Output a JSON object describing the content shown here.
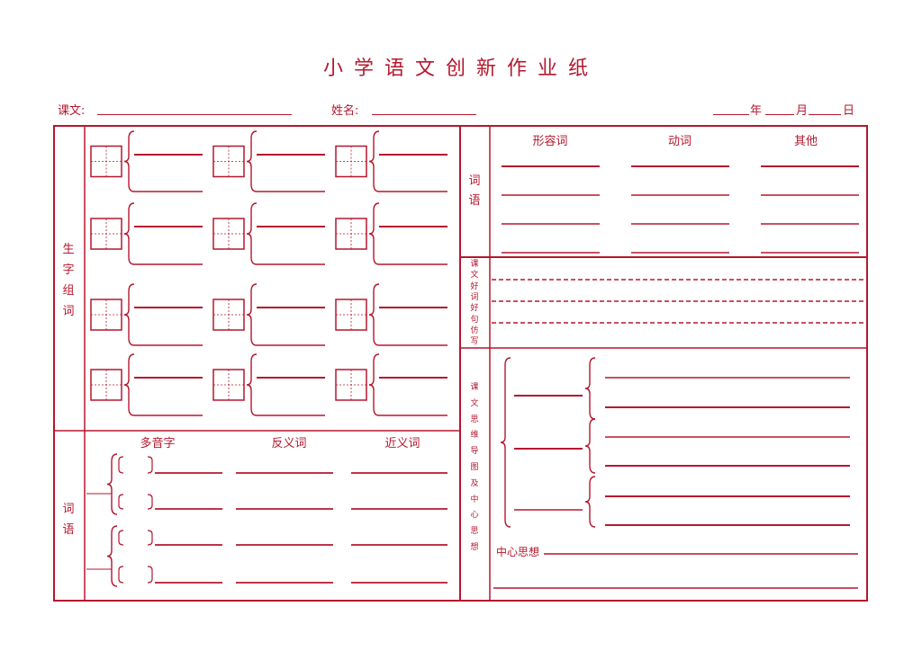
{
  "title": "小学语文创新作业纸",
  "header": {
    "lesson_label": "课文:",
    "name_label": "姓名:",
    "year_label": "年",
    "month_label": "月",
    "day_label": "日"
  },
  "left_panel": {
    "new_words_label": [
      "生",
      "字",
      "组",
      "词"
    ],
    "words_label": [
      "词",
      "语"
    ],
    "columns": [
      "多音字",
      "反义词",
      "近义词"
    ]
  },
  "right_panel": {
    "words_label": [
      "词",
      "语"
    ],
    "columns": [
      "形容词",
      "动词",
      "其他"
    ],
    "good_words_label": [
      "课",
      "文",
      "好",
      "词",
      "好",
      "句",
      "仿",
      "写"
    ],
    "mindmap_label": [
      "课",
      "文",
      "思",
      "维",
      "导",
      "图",
      "及",
      "中",
      "心",
      "思",
      "想"
    ],
    "central_idea_label": "中心思想"
  }
}
